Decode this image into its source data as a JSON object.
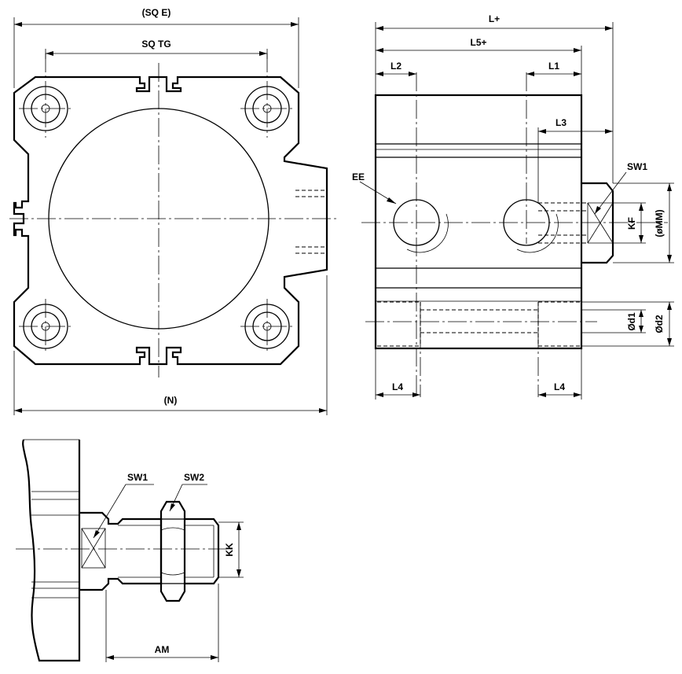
{
  "front_view": {
    "dim_sq_e": "(SQ E)",
    "dim_sq_tg": "SQ TG",
    "dim_n": "(N)"
  },
  "side_view": {
    "dim_l_plus": "L+",
    "dim_l5_plus": "L5+",
    "dim_l2": "L2",
    "dim_l1": "L1",
    "dim_l3": "L3",
    "dim_l4_left": "L4",
    "dim_l4_right": "L4",
    "label_ee": "EE",
    "label_sw1": "SW1",
    "dim_kf": "KF",
    "dim_mm": "(øMM)",
    "dim_d1": "Ød1",
    "dim_d2": "Ød2"
  },
  "rod_detail": {
    "label_sw1": "SW1",
    "label_sw2": "SW2",
    "dim_kk": "KK",
    "dim_am": "AM"
  }
}
